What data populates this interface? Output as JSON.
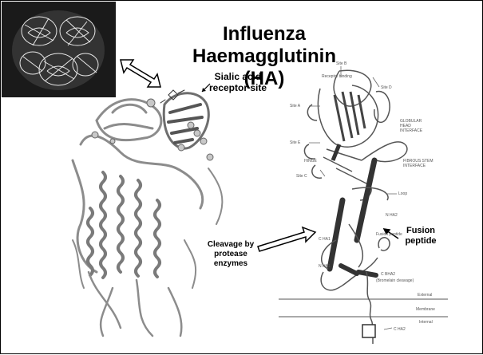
{
  "slide": {
    "title_line1": "Influenza Haemagglutinin",
    "title_line2": "(HA)",
    "labels": {
      "sialic": [
        "Sialic acid",
        "receptor site"
      ],
      "cleavage": [
        "Cleavage by",
        "protease",
        "enzymes"
      ],
      "fusion": [
        "Fusion",
        "peptide"
      ]
    },
    "diagram_labels": {
      "site_b": "Site B",
      "receptor_binding": "Receptor binding",
      "site_d": "Site D",
      "site_a": "Site A",
      "globular_head": "GLOBULAR HEAD INTERFACE",
      "site_e": "Site E",
      "hinge": "HINGE",
      "site_c": "Site C",
      "fibrous_stem": "FIBROUS STEM INTERFACE",
      "loop": "Loop",
      "n_ha2": "N HA2",
      "fusion_small": "Fusion peptide",
      "c_ha1": "C HA1",
      "n_ha1": "N HA1",
      "c_bha2": "C BHA2",
      "bromelain": "(Bromelain cleavage)",
      "external": "External",
      "membrane": "Membrane",
      "internal": "Internal",
      "c_ha2": "C HA2"
    },
    "colors": {
      "bg": "#ffffff",
      "text": "#000000",
      "ribbon": "#9a9a9a",
      "inset_bg": "#1a1a1a"
    }
  }
}
